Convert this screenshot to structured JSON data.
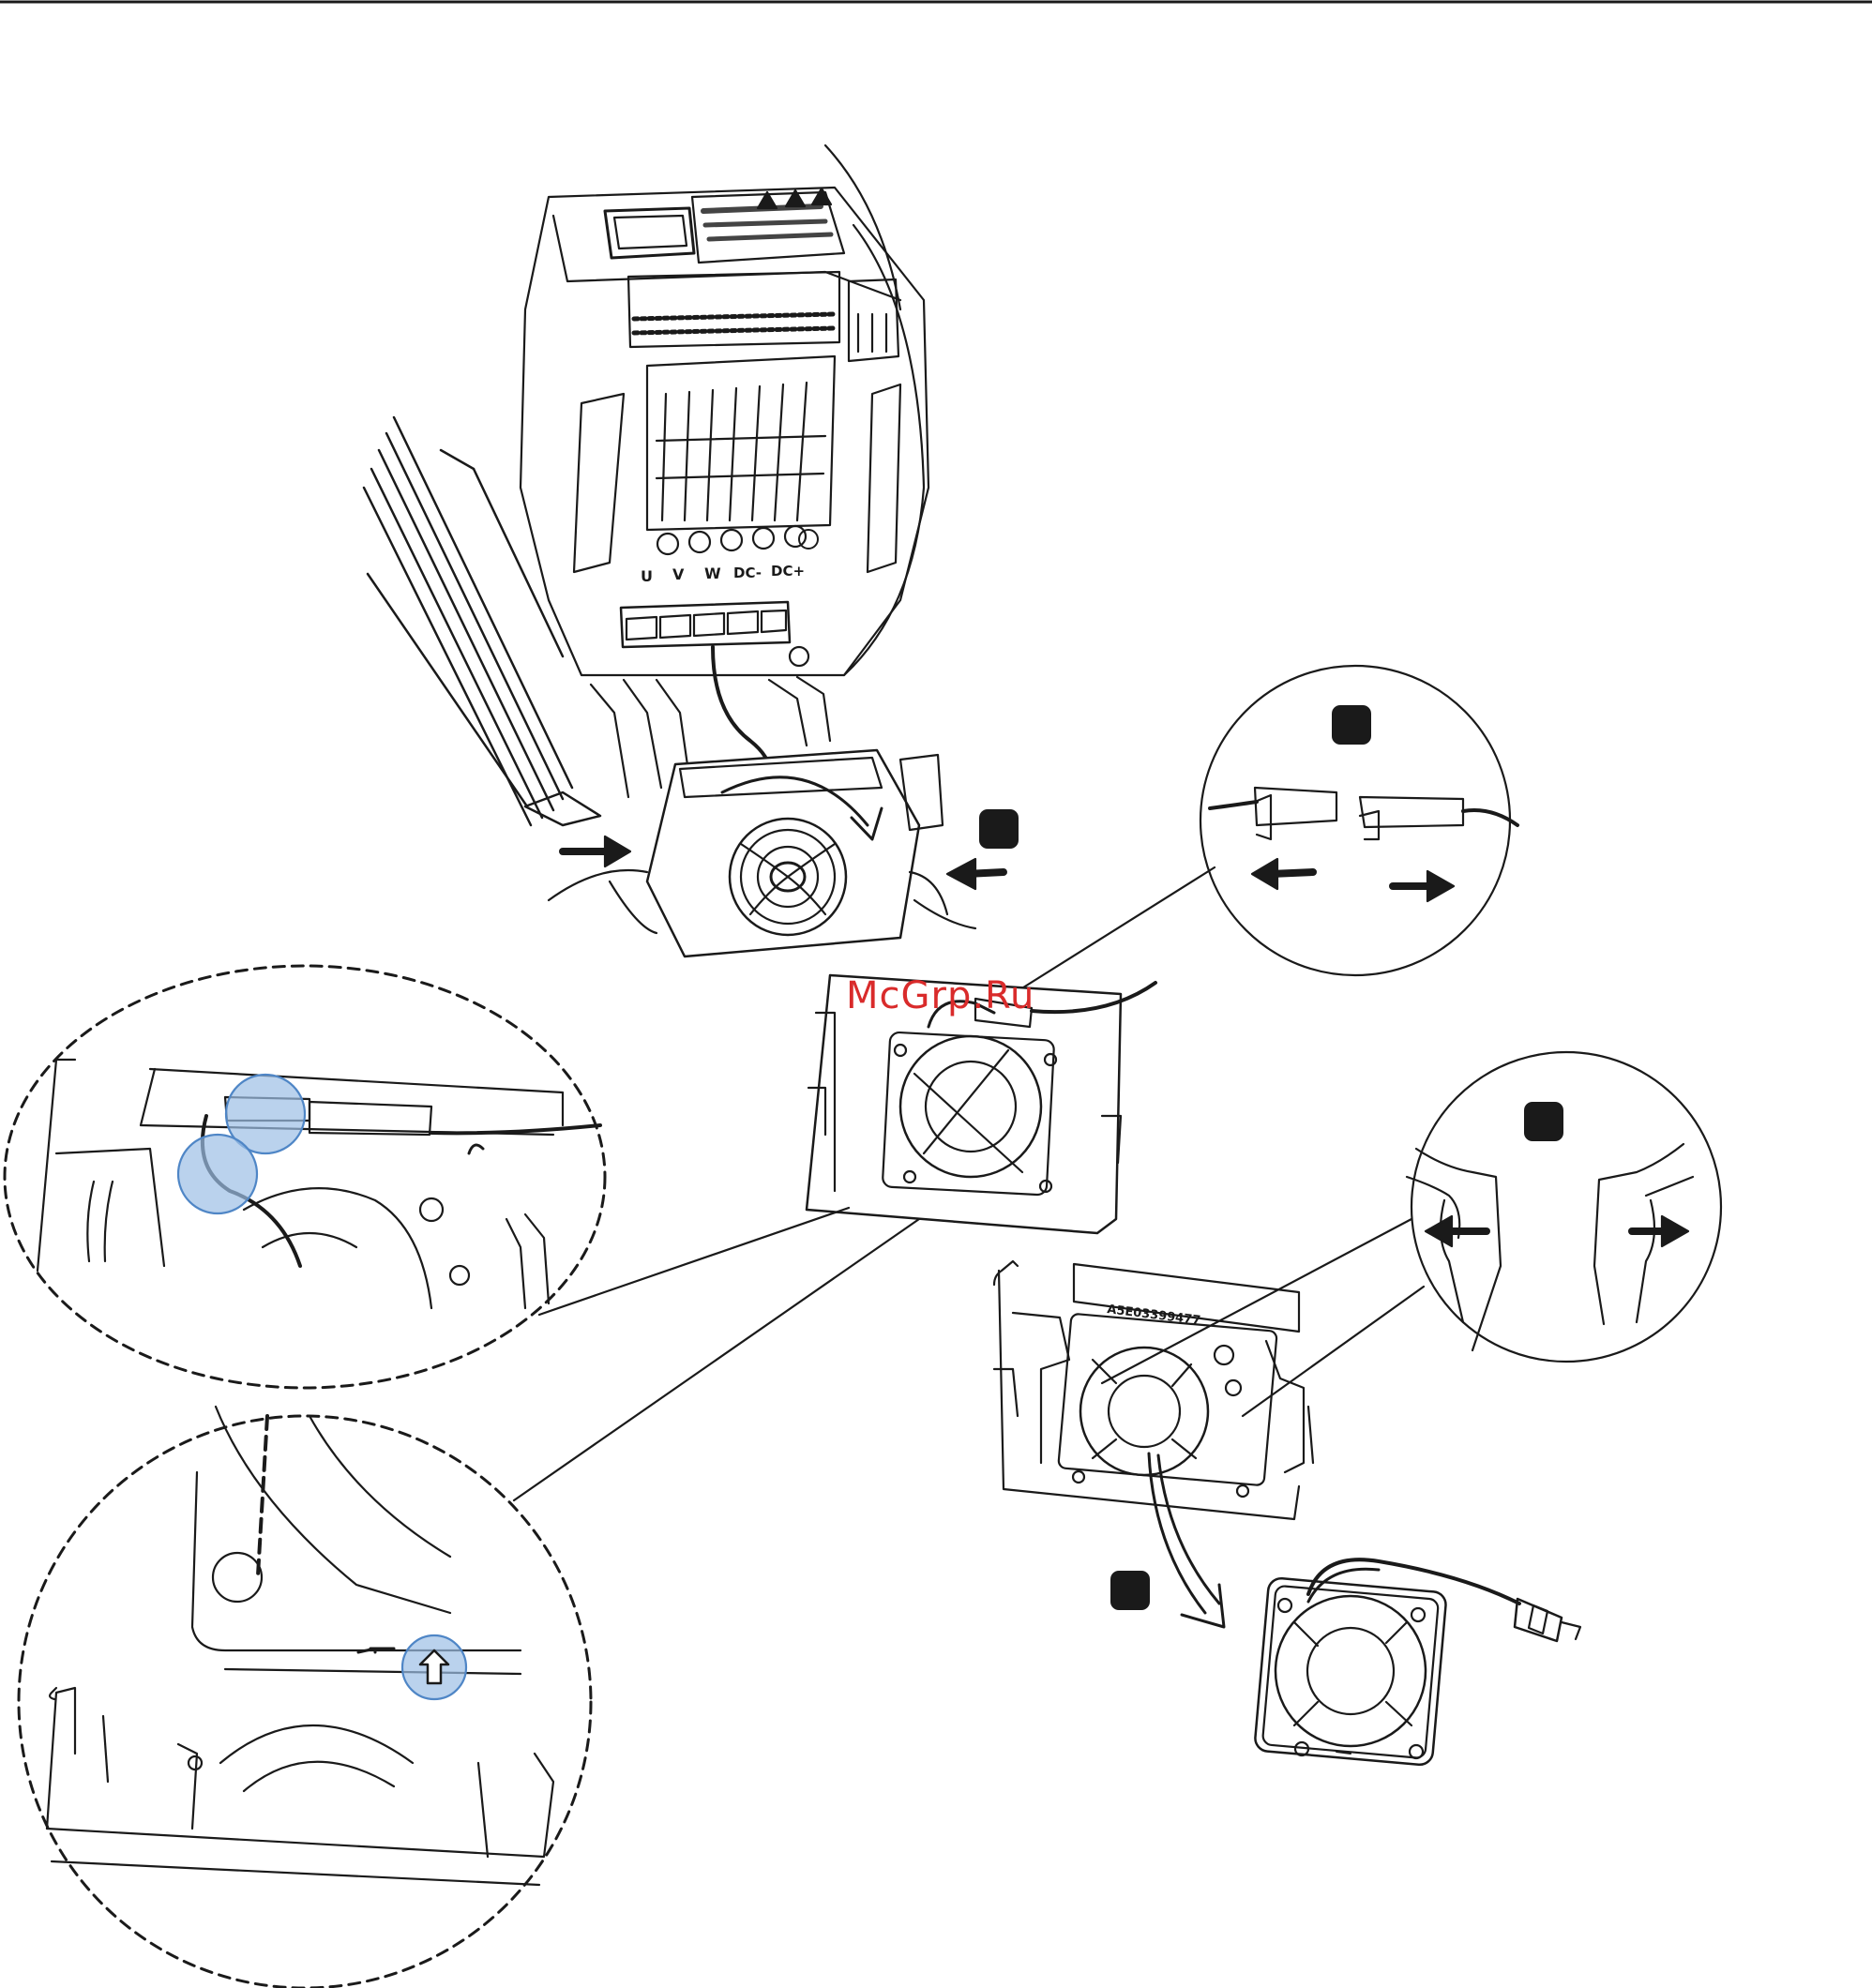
{
  "terminal_labels": [
    "U",
    "V",
    "W",
    "DC-",
    "DC+"
  ],
  "part_number": "A5E03399477",
  "watermark": "McGrp.Ru",
  "step_badges": [
    "",
    "",
    "",
    ""
  ],
  "colors": {
    "line": "#1a1a1a",
    "badge": "#1a1a1a",
    "highlight": "#9dbfe6",
    "highlight_stroke": "#4f86c6",
    "watermark": "#d92b2b"
  },
  "icons": [
    "push-arrow-icon",
    "rotate-arrow-icon",
    "pull-arrow-icon",
    "lift-arrow-icon",
    "ground-symbol-icon"
  ]
}
